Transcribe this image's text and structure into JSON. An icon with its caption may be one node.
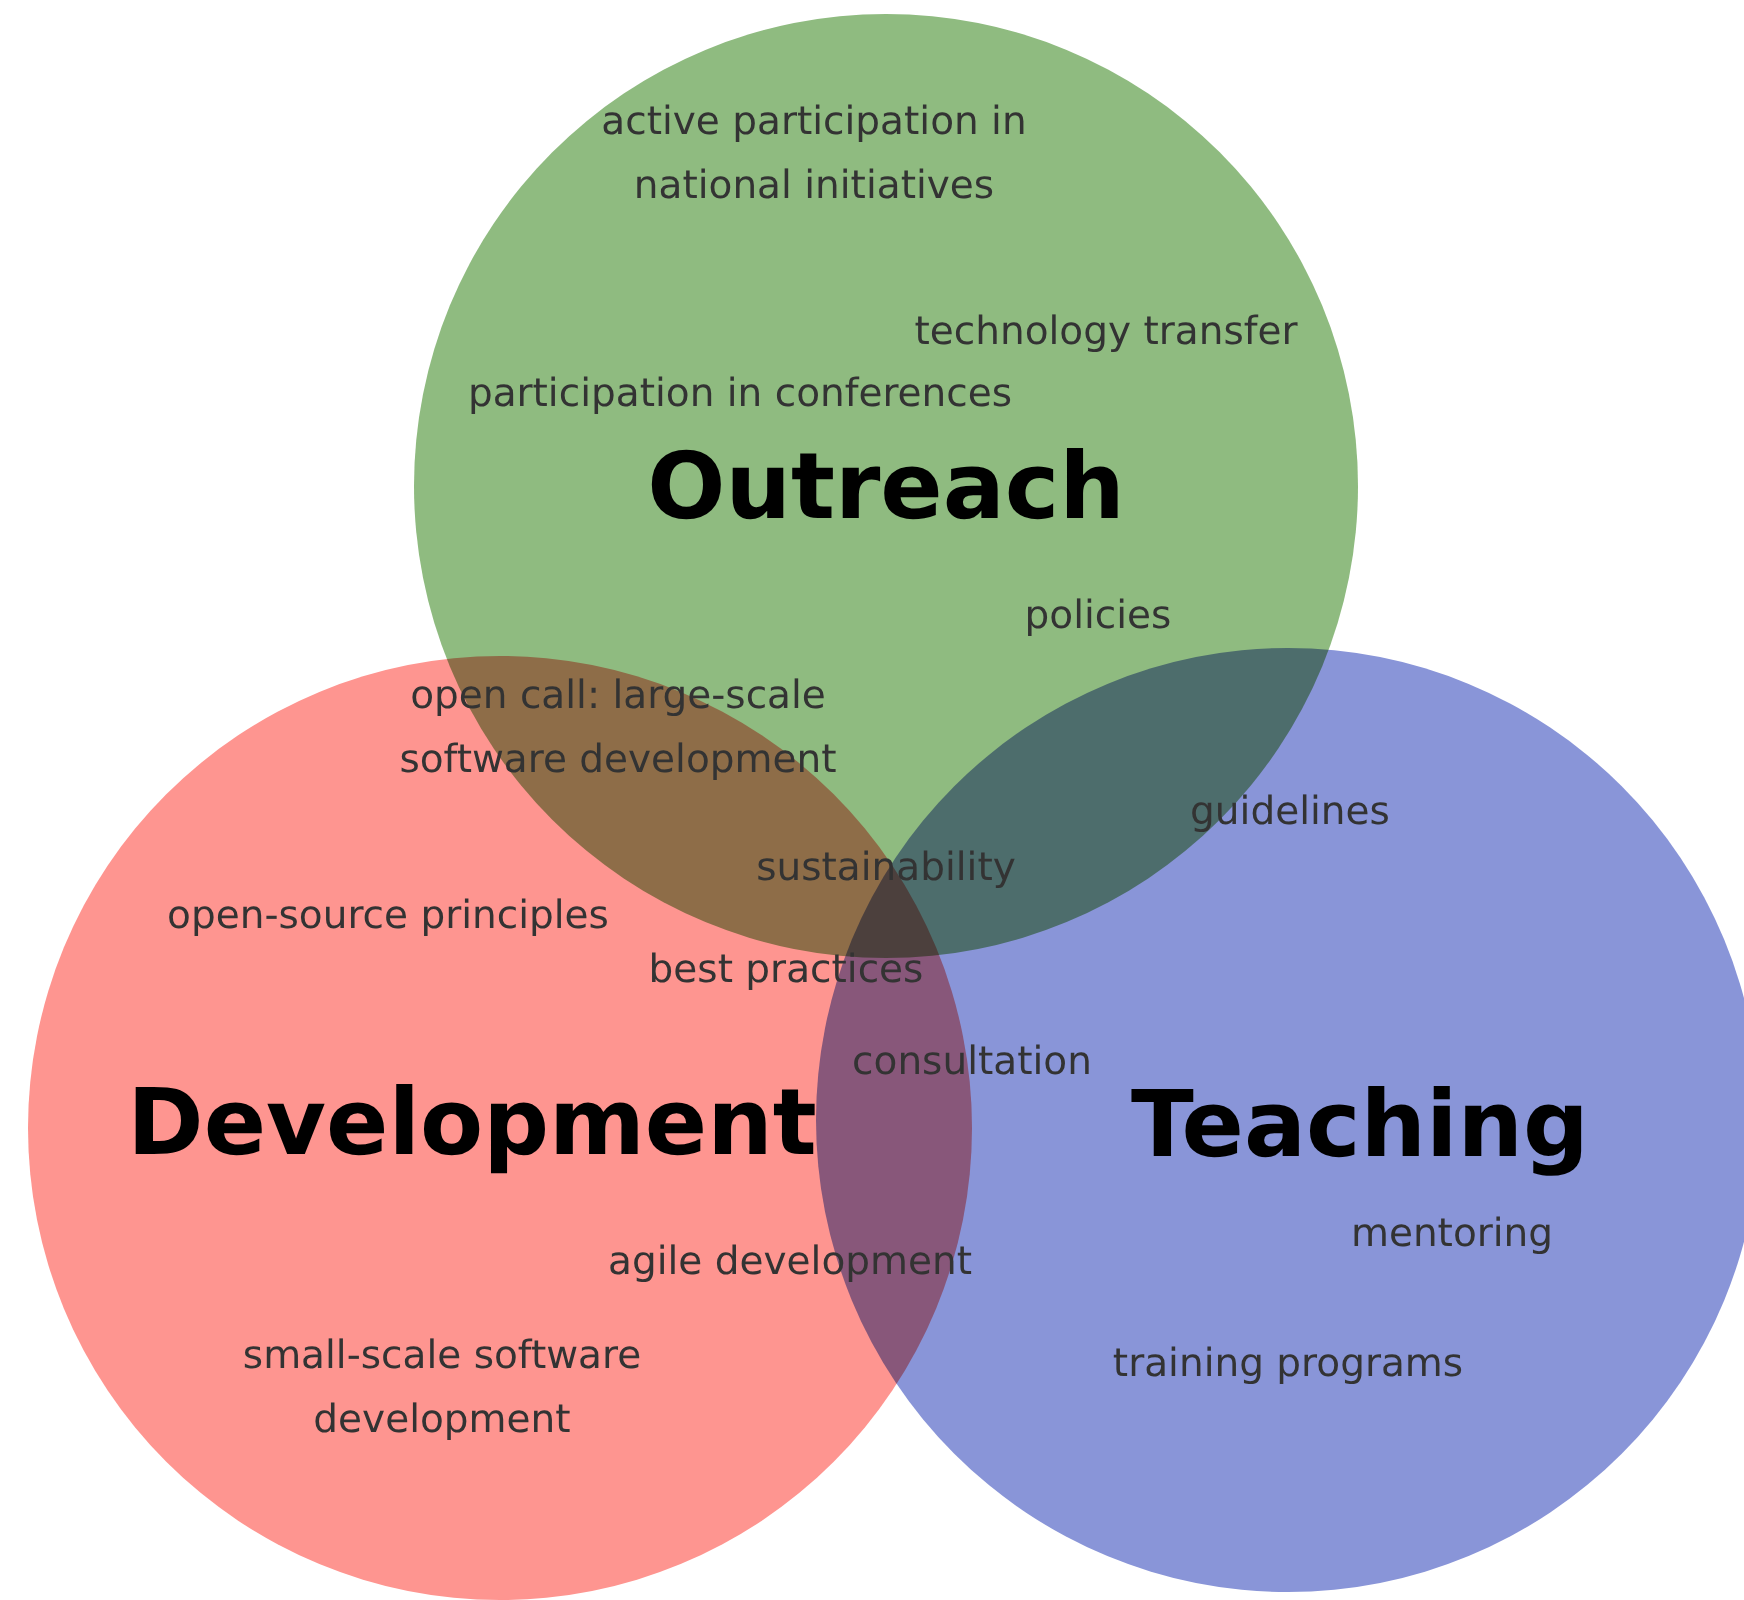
{
  "diagram": {
    "nodes": [
      {
        "text": [
          "Outreach"
        ]
      },
      {
        "text": [
          "Development"
        ]
      },
      {
        "text": [
          "Teaching"
        ]
      }
    ],
    "labels": [
      "active participation in national initiatives",
      "technology transfer",
      "participation in conferences",
      "policies",
      "open call: large-scale software development",
      "guidelines",
      "sustainability",
      "open-source principles",
      "best practices",
      "consultation",
      "agile development",
      "mentoring",
      "small-scale software development",
      "training programs"
    ]
  }
}
